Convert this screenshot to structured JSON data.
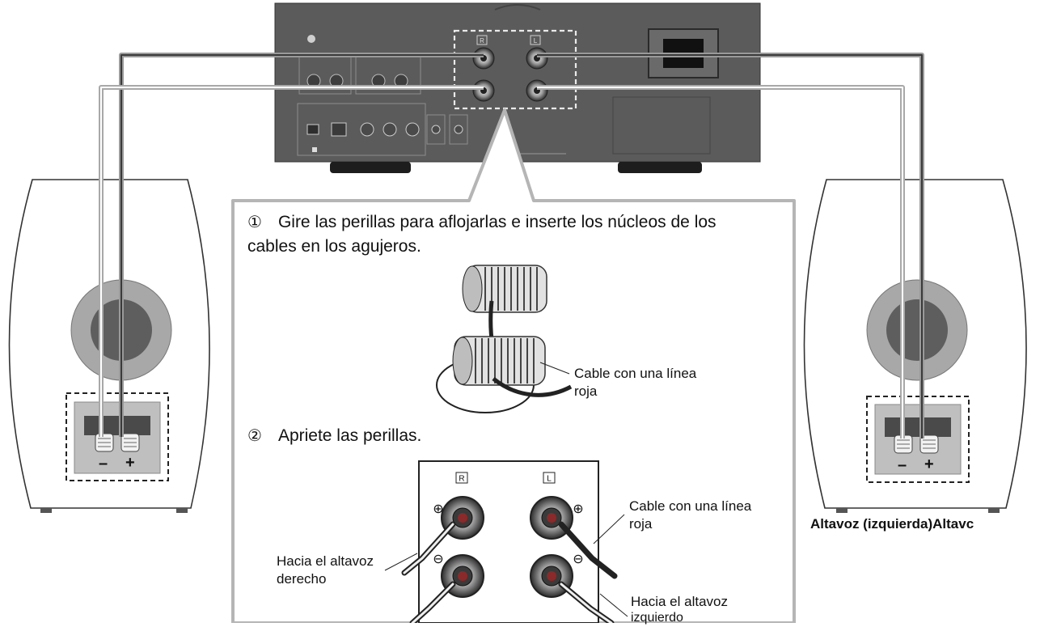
{
  "instruction_panel": {
    "step1": {
      "number": "①",
      "text_line1": "Gire las perillas para aflojarlas e inserte los núcleos de los",
      "text_line2": "cables en los agujeros."
    },
    "step2": {
      "number": "②",
      "text": "Apriete las perillas."
    },
    "binding_post_callout": {
      "line1": "Cable con una línea",
      "line2": "roja"
    },
    "terminal_detail": {
      "channel_right": "R",
      "channel_left": "L",
      "plus_symbol": "⊕",
      "minus_symbol": "⊖",
      "red_line_callout": {
        "line1": "Cable con una línea",
        "line2": "roja"
      },
      "to_right_speaker": {
        "line1": "Hacia el altavoz",
        "line2": "derecho"
      },
      "to_left_speaker": {
        "line1": "Hacia el altavoz",
        "line2": "izquierdo"
      }
    }
  },
  "amplifier": {
    "channel_right": "R",
    "channel_left": "L"
  },
  "left_speaker": {
    "minus_label": "–",
    "plus_label": "+"
  },
  "right_speaker": {
    "minus_label": "–",
    "plus_label": "+",
    "caption": "Altavoz (izquierda)Altavc"
  }
}
